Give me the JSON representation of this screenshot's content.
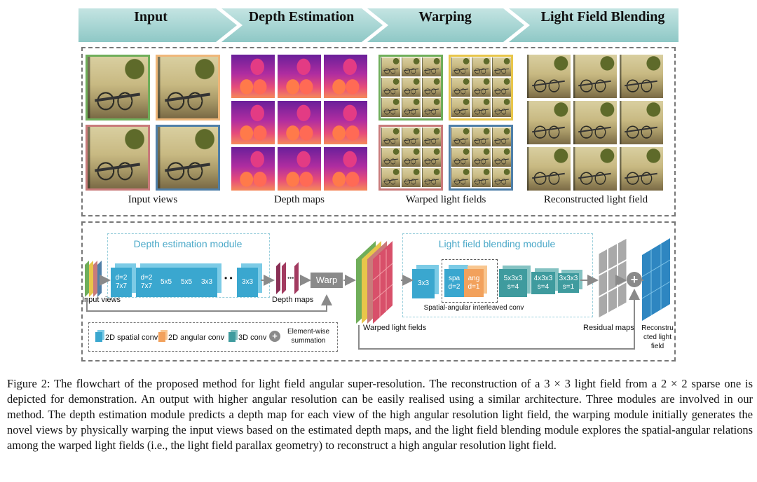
{
  "stages": [
    "Input",
    "Depth Estimation",
    "Warping",
    "Light Field Blending"
  ],
  "row_captions": [
    "Input views",
    "Depth maps",
    "Warped light fields",
    "Reconstructed light field"
  ],
  "arch": {
    "depth_module_title": "Depth estimation module",
    "blend_module_title": "Light field blending module",
    "depth_blocks": [
      {
        "l1": "d=2",
        "l2": "7x7"
      },
      {
        "l1": "d=2",
        "l2": "7x7"
      },
      {
        "l1": "5x5",
        "l2": ""
      },
      {
        "l1": "5x5",
        "l2": ""
      },
      {
        "l1": "3x3",
        "l2": ""
      },
      {
        "l1": "3x3",
        "l2": ""
      }
    ],
    "dots": "• •",
    "warp_label": "Warp",
    "input_views": "Input views",
    "depth_maps": "Depth maps",
    "warped_label": "Warped light fields",
    "blend_first": "3x3",
    "spa_l1": "spa",
    "spa_l2": "d=2",
    "ang_l1": "ang",
    "ang_l2": "d=1",
    "interleaved": "Spatial-angular interleaved conv",
    "b3d_1_l1": "5x3x3",
    "b3d_1_l2": "s=4",
    "b3d_2_l1": "4x3x3",
    "b3d_2_l2": "s=4",
    "b3d_3_l1": "3x3x3",
    "b3d_3_l2": "s=1",
    "residual": "Residual maps",
    "recon_l1": "Reconstru",
    "recon_l2": "cted light",
    "recon_l3": "field",
    "legend": {
      "spatial": "2D spatial conv",
      "angular": "2D angular conv",
      "conv3d": "3D conv",
      "sum_l1": "Element-wise",
      "sum_l2": "summation"
    }
  },
  "caption": "Figure 2: The flowchart of the proposed method for light field angular super-resolution. The reconstruction of a 3 × 3 light field from a 2 × 2 sparse one is depicted for demonstration. An output with higher angular resolution can be easily realised using a similar architecture. Three modules are involved in our method. The depth estimation module predicts a depth map for each view of the high angular resolution light field, the warping module initially generates the novel views by physically warping the input views based on the estimated depth maps, and the light field blending module explores the spatial-angular relations among the warped light fields (i.e., the light field parallax geometry) to reconstruct a high angular resolution light field.",
  "colors": {
    "banner": "#a6d4d3",
    "banner_dark": "#7fbfbf",
    "green_border": "#6fae5a",
    "orange_border": "#efb77a",
    "red_border": "#c97b7b",
    "blue_border": "#4f7fa8",
    "yellow_border": "#e8c64a",
    "module_text": "#4aa8c8"
  }
}
